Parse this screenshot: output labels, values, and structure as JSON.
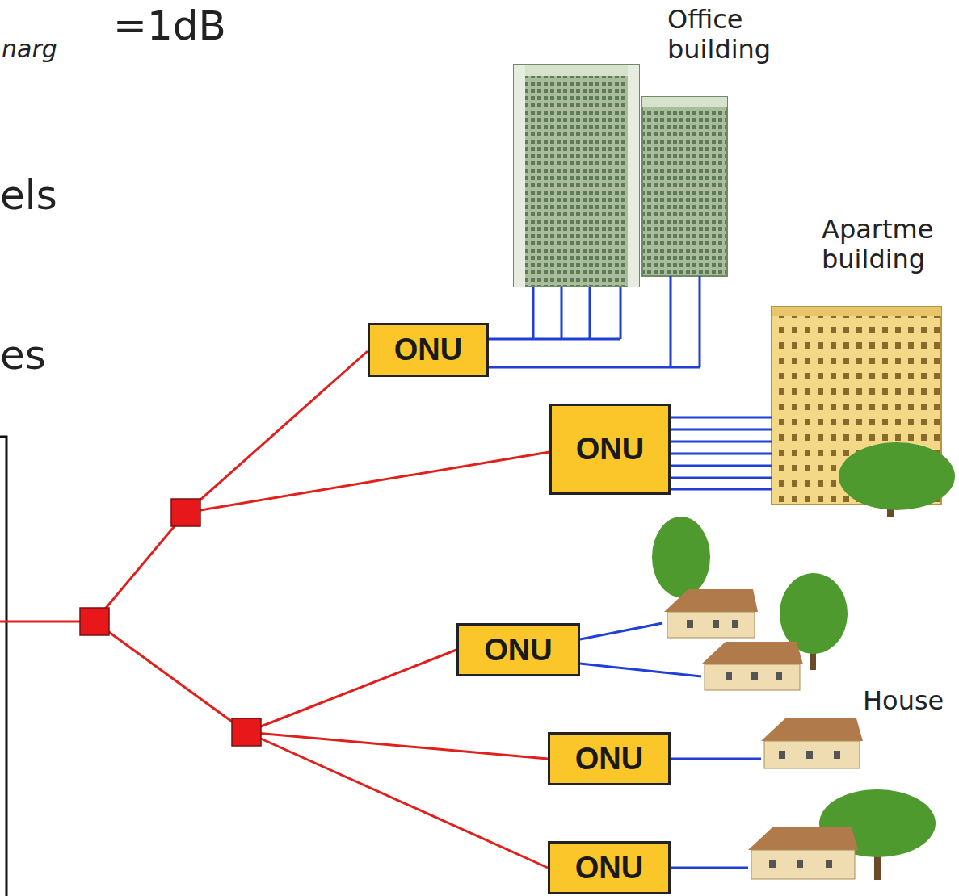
{
  "diagram": {
    "nodes": [
      {
        "text": [
          "ONU"
        ]
      },
      {
        "text": [
          "ONU"
        ]
      },
      {
        "text": [
          "ONU"
        ]
      },
      {
        "text": [
          "ONU"
        ]
      },
      {
        "text": [
          "ONU"
        ]
      }
    ],
    "labels": [
      "narg",
      "=1dB",
      "els",
      "es",
      "Office building",
      "Apartme building",
      "House"
    ]
  }
}
